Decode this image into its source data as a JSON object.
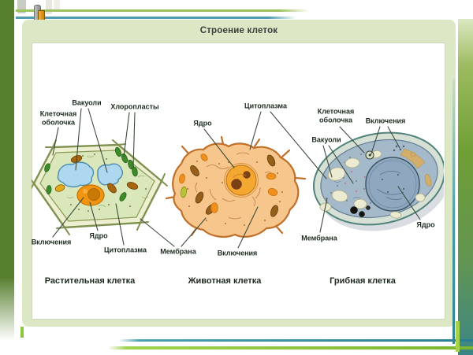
{
  "slide": {
    "title": "Строение клеток"
  },
  "labels": {
    "plant": {
      "cell_wall": "Клеточная оболочка",
      "vacuoles": "Вакуоли",
      "chloroplasts": "Хлоропласты",
      "inclusions": "Включения",
      "nucleus": "Ядро",
      "cytoplasm": "Цитоплазма"
    },
    "animal": {
      "nucleus": "Ядро",
      "inclusions": "Включения"
    },
    "shared": {
      "membrane": "Мембрана",
      "cytoplasm": "Цитоплазма"
    },
    "fungal": {
      "cell_wall": "Клеточная оболочка",
      "inclusions": "Включения",
      "vacuoles": "Вакуоли",
      "membrane": "Мембрана",
      "nucleus": "Ядро"
    }
  },
  "captions": {
    "plant": "Растительная клетка",
    "animal": "Животная клетка",
    "fungal": "Грибная клетка"
  },
  "colors": {
    "panel_green": "#dbe7c5",
    "accent_green_bar": "#6f9e35",
    "accent_dark_green_bar": "#567f2e",
    "line_green": "#9cc25e",
    "line_teal": "#49a0ae",
    "plant_cell_fill": "#d9e7ba",
    "animal_cell_fill": "#f6c68c",
    "fungal_cell_fill": "#a4b9c9",
    "label_text": "#1c2b1e",
    "title_text": "#3a3d3a"
  }
}
